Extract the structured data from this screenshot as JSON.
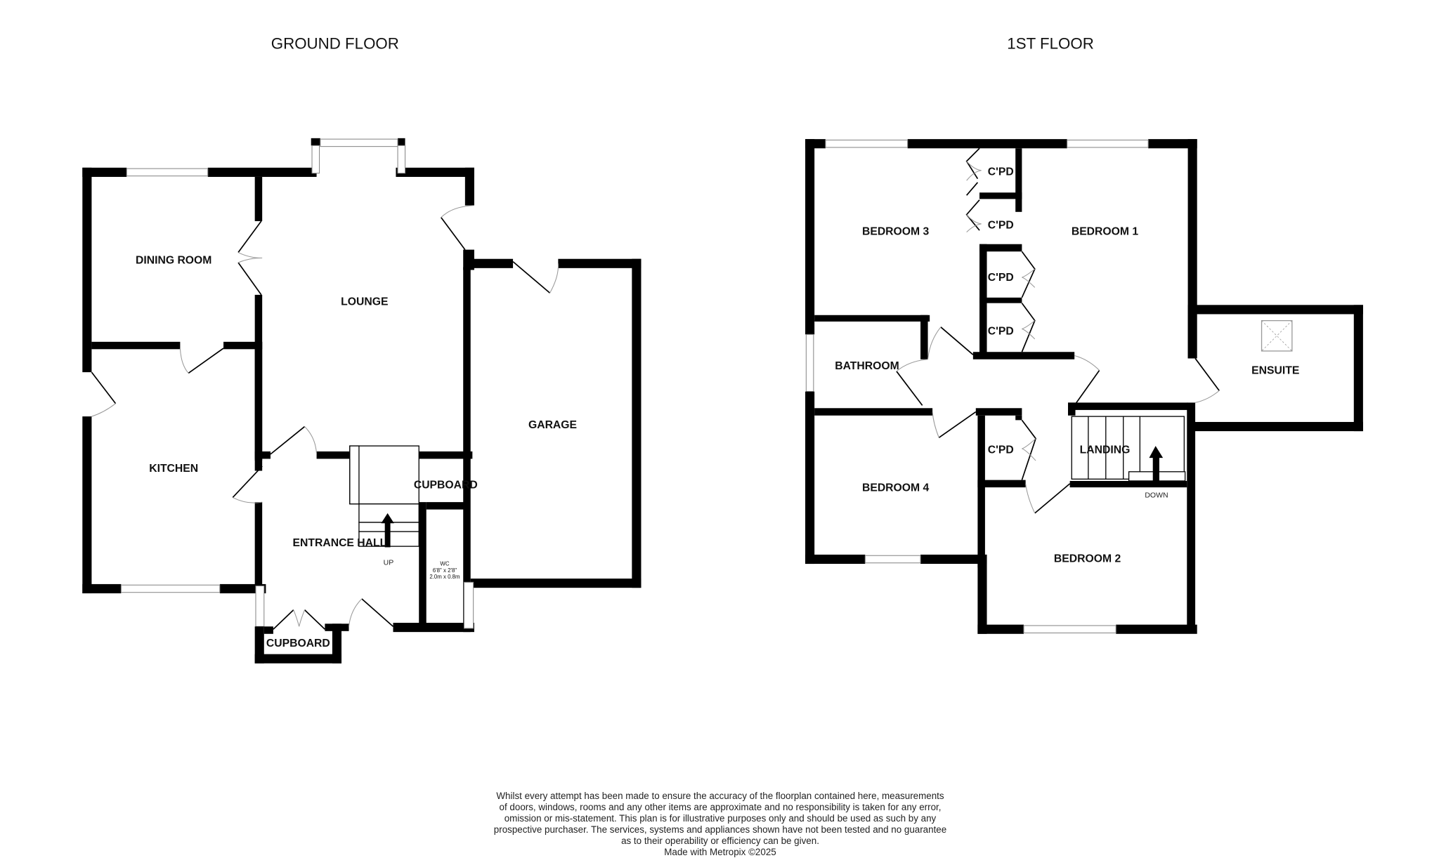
{
  "floors": {
    "ground": {
      "title": "GROUND FLOOR",
      "rooms": {
        "dining_room": "DINING ROOM",
        "lounge": "LOUNGE",
        "kitchen": "KITCHEN",
        "garage": "GARAGE",
        "entrance_hall": "ENTRANCE HALL",
        "cupboard_under_stairs": "CUPBOARD",
        "cupboard_porch": "CUPBOARD",
        "wc": "WC"
      },
      "wc_dimensions": {
        "imperial": "6'8\"  x 2'8\"",
        "metric": "2.0m  x 0.8m"
      },
      "stairs_label": "UP"
    },
    "first": {
      "title": "1ST FLOOR",
      "rooms": {
        "bedroom_1": "BEDROOM 1",
        "bedroom_2": "BEDROOM 2",
        "bedroom_3": "BEDROOM 3",
        "bedroom_4": "BEDROOM 4",
        "bathroom": "BATHROOM",
        "ensuite": "ENSUITE",
        "landing": "LANDING",
        "cpd_1": "C'PD",
        "cpd_2": "C'PD",
        "cpd_3": "C'PD",
        "cpd_4": "C'PD",
        "cpd_5": "C'PD"
      },
      "stairs_label": "DOWN"
    }
  },
  "disclaimer": {
    "lines": [
      "Whilst every attempt has been made to ensure the accuracy of the floorplan contained here, measurements",
      "of doors, windows, rooms and any other items are approximate and no responsibility is taken for any error,",
      "omission or mis-statement. This plan is for illustrative purposes only and should be used as such by any",
      "prospective purchaser. The services, systems and appliances shown have not been tested and no guarantee",
      "as to their operability or efficiency can be given."
    ],
    "credit": "Made with Metropix ©2025"
  }
}
